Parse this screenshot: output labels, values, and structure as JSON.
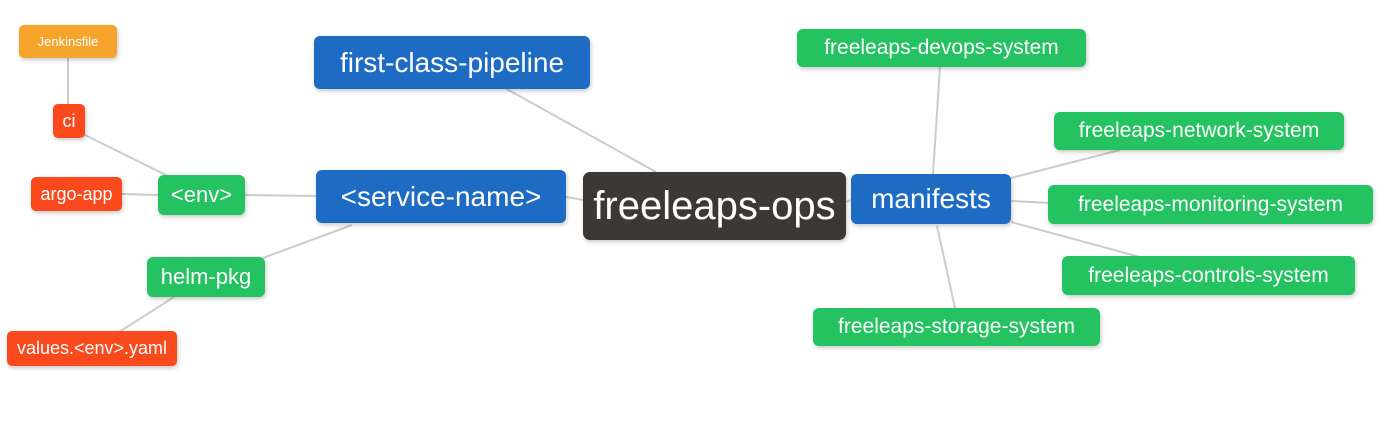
{
  "diagram": {
    "type": "mindmap",
    "root_label": "freeleaps-ops"
  },
  "palette": {
    "level1_blue": "#1E6BC4",
    "level2_green": "#24C260",
    "level3_red_orange": "#FA4A1D",
    "level4_orange": "#F6A42C",
    "root_dark": "#3C3835",
    "edge_gray": "#CCCCCC",
    "node_text": "#FFFFFF",
    "background": "#FFFFFF"
  },
  "nodes": [
    {
      "id": "freeleaps-ops",
      "label": "freeleaps-ops",
      "level": 0,
      "color": "root_dark"
    },
    {
      "id": "first-class-pipeline",
      "label": "first-class-pipeline",
      "level": 1,
      "color": "level1_blue"
    },
    {
      "id": "service-name",
      "label": "<service-name>",
      "level": 1,
      "color": "level1_blue"
    },
    {
      "id": "manifests",
      "label": "manifests",
      "level": 1,
      "color": "level1_blue"
    },
    {
      "id": "env",
      "label": "<env>",
      "level": 2,
      "color": "level2_green"
    },
    {
      "id": "helm-pkg",
      "label": "helm-pkg",
      "level": 2,
      "color": "level2_green"
    },
    {
      "id": "ci",
      "label": "ci",
      "level": 3,
      "color": "level3_red_orange"
    },
    {
      "id": "argo-app",
      "label": "argo-app",
      "level": 3,
      "color": "level3_red_orange"
    },
    {
      "id": "values-env-yaml",
      "label": "values.<env>.yaml",
      "level": 3,
      "color": "level3_red_orange"
    },
    {
      "id": "jenkinsfile",
      "label": "Jenkinsfile",
      "level": 4,
      "color": "level4_orange"
    },
    {
      "id": "freeleaps-devops-system",
      "label": "freeleaps-devops-system",
      "level": 2,
      "color": "level2_green"
    },
    {
      "id": "freeleaps-network-system",
      "label": "freeleaps-network-system",
      "level": 2,
      "color": "level2_green"
    },
    {
      "id": "freeleaps-monitoring-system",
      "label": "freeleaps-monitoring-system",
      "level": 2,
      "color": "level2_green"
    },
    {
      "id": "freeleaps-controls-system",
      "label": "freeleaps-controls-system",
      "level": 2,
      "color": "level2_green"
    },
    {
      "id": "freeleaps-storage-system",
      "label": "freeleaps-storage-system",
      "level": 2,
      "color": "level2_green"
    }
  ],
  "edges": [
    {
      "from": "jenkinsfile",
      "to": "ci"
    },
    {
      "from": "ci",
      "to": "env"
    },
    {
      "from": "argo-app",
      "to": "env"
    },
    {
      "from": "env",
      "to": "service-name"
    },
    {
      "from": "helm-pkg",
      "to": "service-name"
    },
    {
      "from": "values-env-yaml",
      "to": "helm-pkg"
    },
    {
      "from": "first-class-pipeline",
      "to": "freeleaps-ops"
    },
    {
      "from": "service-name",
      "to": "freeleaps-ops"
    },
    {
      "from": "freeleaps-ops",
      "to": "manifests"
    },
    {
      "from": "manifests",
      "to": "freeleaps-devops-system"
    },
    {
      "from": "manifests",
      "to": "freeleaps-network-system"
    },
    {
      "from": "manifests",
      "to": "freeleaps-monitoring-system"
    },
    {
      "from": "manifests",
      "to": "freeleaps-controls-system"
    },
    {
      "from": "manifests",
      "to": "freeleaps-storage-system"
    }
  ]
}
